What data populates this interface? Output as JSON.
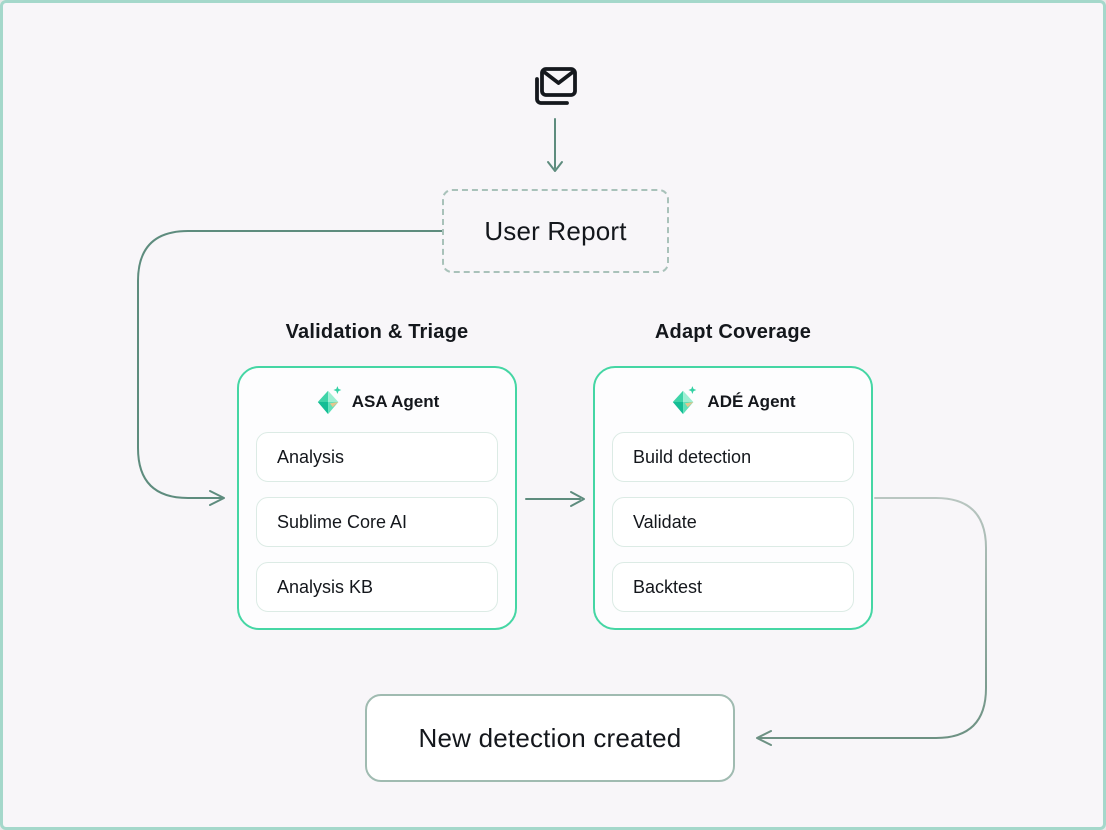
{
  "diagram": {
    "source": {
      "icon": "stacked-envelopes-icon"
    },
    "user_report": {
      "label": "User Report"
    },
    "columns": [
      {
        "heading": "Validation & Triage",
        "agent": {
          "icon": "gem-sparkle-icon",
          "name": "ASA Agent"
        },
        "items": [
          "Analysis",
          "Sublime Core AI",
          "Analysis KB"
        ]
      },
      {
        "heading": "Adapt Coverage",
        "agent": {
          "icon": "gem-sparkle-icon",
          "name": "ADÉ Agent"
        },
        "items": [
          "Build detection",
          "Validate",
          "Backtest"
        ]
      }
    ],
    "result": {
      "label": "New detection created"
    },
    "colors": {
      "background": "#f8f6f9",
      "page_border": "#a5d8cb",
      "card_border": "#45d6a4",
      "item_border": "#dcebe5",
      "dashed_border": "#a9c2ba",
      "connector": "#5e8c7e",
      "connector_light": "#b9c6c1",
      "result_border": "#a0bbb1",
      "text": "#14171c",
      "icon_stroke": "#15181d"
    }
  }
}
